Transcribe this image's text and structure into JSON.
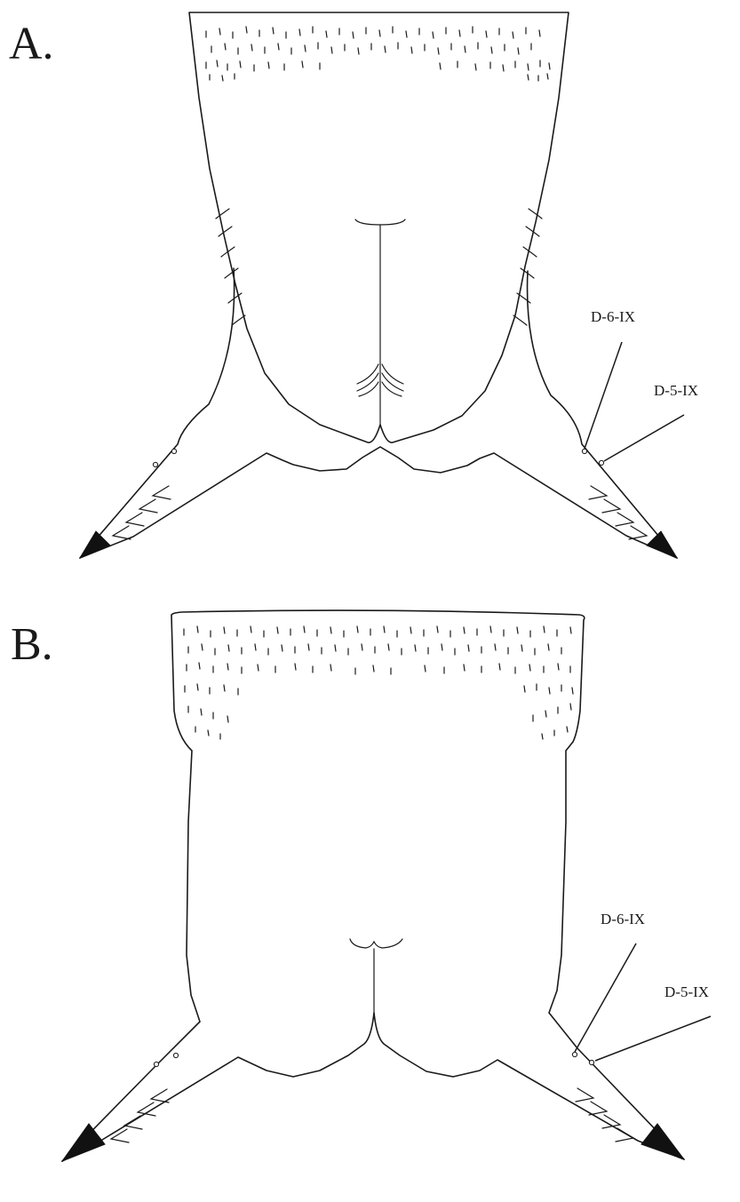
{
  "panels": [
    {
      "letter": "A.",
      "setae": {
        "d6": "D-6-IX",
        "d5": "D-5-IX"
      }
    },
    {
      "letter": "B.",
      "setae": {
        "d6": "D-6-IX",
        "d5": "D-5-IX"
      }
    }
  ]
}
